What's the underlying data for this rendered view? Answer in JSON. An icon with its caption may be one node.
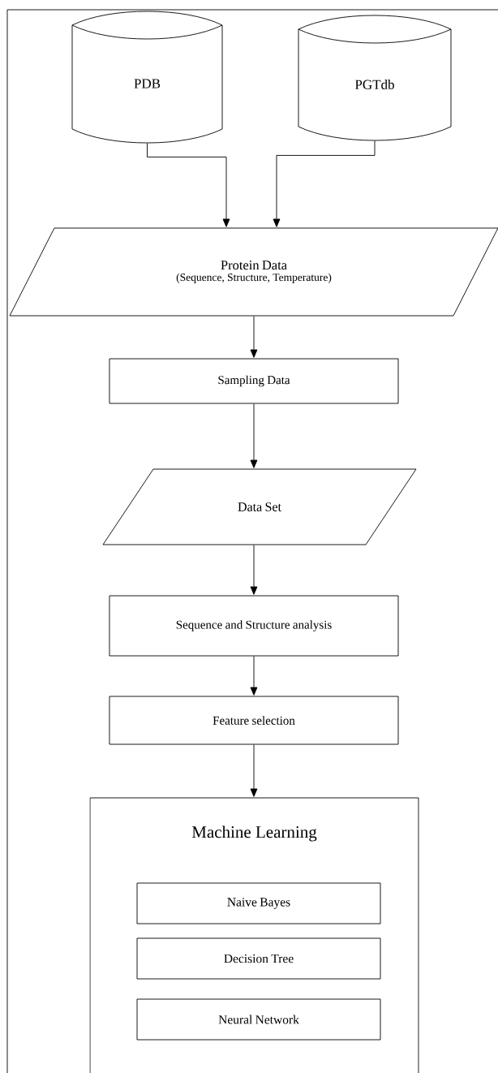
{
  "diagram": {
    "nodes": [
      {
        "text": [
          "PDB"
        ]
      },
      {
        "text": [
          "PGTdb"
        ]
      },
      {
        "text": [
          "Protein Data",
          "(Sequence, Structure, Temperature)"
        ]
      },
      {
        "text": [
          "Sampling Data"
        ]
      },
      {
        "text": [
          "Data Set"
        ]
      },
      {
        "text": [
          "Sequence and Structure analysis"
        ]
      },
      {
        "text": [
          "Feature selection"
        ]
      },
      {
        "text": [
          "Machine Learning"
        ]
      },
      {
        "text": [
          "Naive Bayes"
        ],
        "in": 7
      },
      {
        "text": [
          "Decision Tree"
        ],
        "in": 7
      },
      {
        "text": [
          "Neural Network"
        ],
        "in": 7
      }
    ],
    "edges": [
      {
        "from": 0,
        "to": 2,
        "arrow": "to"
      },
      {
        "from": 1,
        "to": 2,
        "arrow": "to"
      },
      {
        "from": 2,
        "to": 3,
        "arrow": "to"
      },
      {
        "from": 3,
        "to": 4,
        "arrow": "to"
      },
      {
        "from": 4,
        "to": 5,
        "arrow": "to"
      },
      {
        "from": 5,
        "to": 6,
        "arrow": "to"
      },
      {
        "from": 6,
        "to": 7,
        "arrow": "to"
      }
    ]
  }
}
